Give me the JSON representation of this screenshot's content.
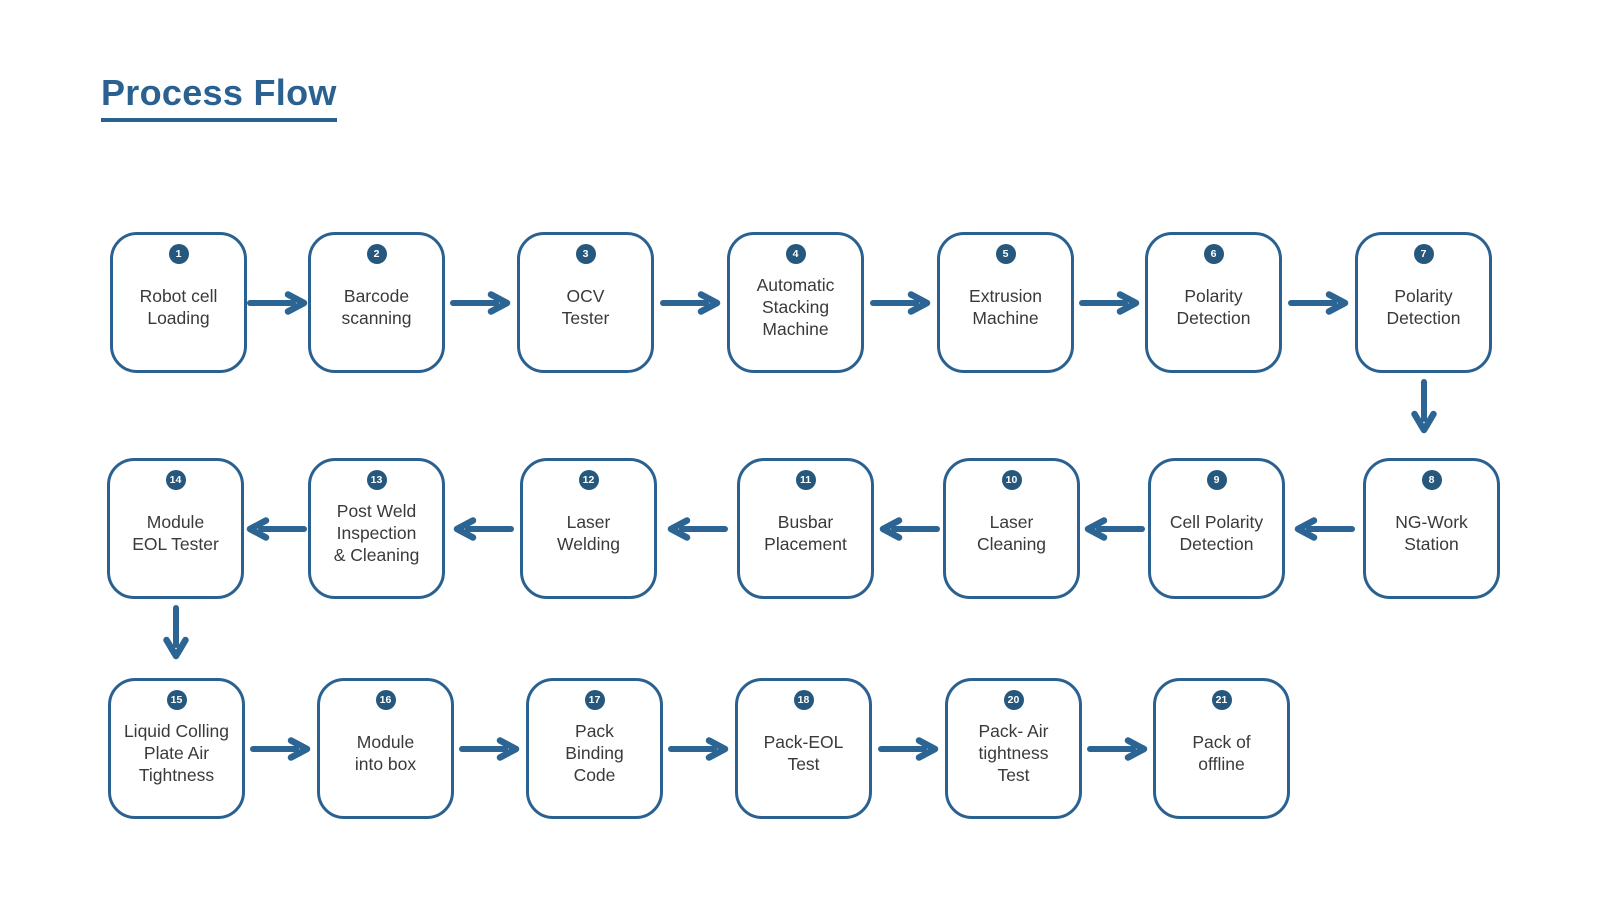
{
  "title": "Process Flow",
  "colors": {
    "accent": "#2b6191",
    "arrow": "#2c6493",
    "badge_fill": "#26587e",
    "badge_text": "#ffffff",
    "label_text": "#3a3a3a",
    "background": "#ffffff"
  },
  "flow": {
    "nodes": [
      {
        "number": "1",
        "label": "Robot cell\nLoading",
        "row": 1,
        "col": 1
      },
      {
        "number": "2",
        "label": "Barcode\nscanning",
        "row": 1,
        "col": 2
      },
      {
        "number": "3",
        "label": "OCV\nTester",
        "row": 1,
        "col": 3
      },
      {
        "number": "4",
        "label": "Automatic\nStacking\nMachine",
        "row": 1,
        "col": 4
      },
      {
        "number": "5",
        "label": "Extrusion\nMachine",
        "row": 1,
        "col": 5
      },
      {
        "number": "6",
        "label": "Polarity\nDetection",
        "row": 1,
        "col": 6
      },
      {
        "number": "7",
        "label": "Polarity\nDetection",
        "row": 1,
        "col": 7
      },
      {
        "number": "8",
        "label": "NG-Work\nStation",
        "row": 2,
        "col": 7
      },
      {
        "number": "9",
        "label": "Cell Polarity\nDetection",
        "row": 2,
        "col": 6
      },
      {
        "number": "10",
        "label": "Laser\nCleaning",
        "row": 2,
        "col": 5
      },
      {
        "number": "11",
        "label": "Busbar\nPlacement",
        "row": 2,
        "col": 4
      },
      {
        "number": "12",
        "label": "Laser\nWelding",
        "row": 2,
        "col": 3
      },
      {
        "number": "13",
        "label": "Post Weld\nInspection\n& Cleaning",
        "row": 2,
        "col": 2
      },
      {
        "number": "14",
        "label": "Module\nEOL Tester",
        "row": 2,
        "col": 1
      },
      {
        "number": "15",
        "label": "Liquid Colling\nPlate Air\nTightness",
        "row": 3,
        "col": 1
      },
      {
        "number": "16",
        "label": "Module\ninto box",
        "row": 3,
        "col": 2
      },
      {
        "number": "17",
        "label": "Pack\nBinding\nCode",
        "row": 3,
        "col": 3
      },
      {
        "number": "18",
        "label": "Pack-EOL\nTest",
        "row": 3,
        "col": 4
      },
      {
        "number": "20",
        "label": "Pack- Air\ntightness\nTest",
        "row": 3,
        "col": 5
      },
      {
        "number": "21",
        "label": "Pack of\noffline",
        "row": 3,
        "col": 6
      }
    ],
    "connections": [
      {
        "from": "1",
        "to": "2"
      },
      {
        "from": "2",
        "to": "3"
      },
      {
        "from": "3",
        "to": "4"
      },
      {
        "from": "4",
        "to": "5"
      },
      {
        "from": "5",
        "to": "6"
      },
      {
        "from": "6",
        "to": "7"
      },
      {
        "from": "7",
        "to": "8"
      },
      {
        "from": "8",
        "to": "9"
      },
      {
        "from": "9",
        "to": "10"
      },
      {
        "from": "10",
        "to": "11"
      },
      {
        "from": "11",
        "to": "12"
      },
      {
        "from": "12",
        "to": "13"
      },
      {
        "from": "13",
        "to": "14"
      },
      {
        "from": "14",
        "to": "15"
      },
      {
        "from": "15",
        "to": "16"
      },
      {
        "from": "16",
        "to": "17"
      },
      {
        "from": "17",
        "to": "18"
      },
      {
        "from": "18",
        "to": "20"
      },
      {
        "from": "20",
        "to": "21"
      }
    ]
  }
}
